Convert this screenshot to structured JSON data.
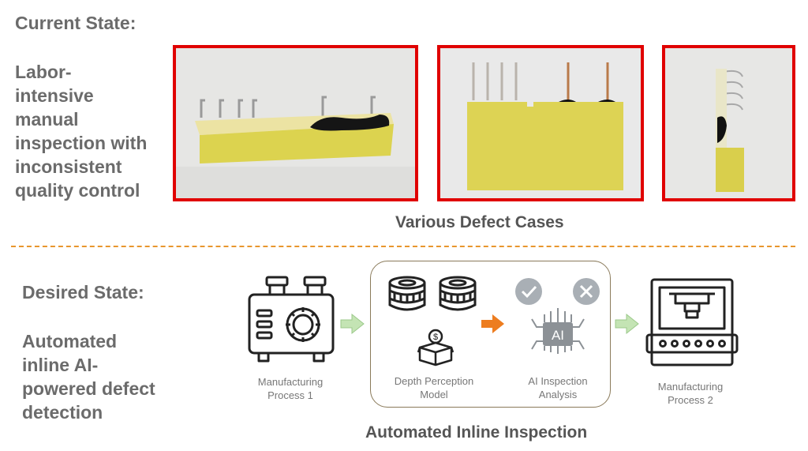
{
  "current": {
    "heading": "Current State:",
    "description_lines": [
      "Labor-",
      "intensive",
      "manual",
      "inspection with",
      "inconsistent",
      "quality control"
    ],
    "photos_caption": "Various Defect Cases"
  },
  "desired": {
    "heading": "Desired State:",
    "description_lines": [
      "Automated",
      "inline AI-",
      "powered defect",
      "detection"
    ],
    "box_caption": "Automated Inline Inspection"
  },
  "flow": {
    "process1": [
      "Manufacturing",
      "Process 1"
    ],
    "depth_model": [
      "Depth Perception",
      "Model"
    ],
    "ai_analysis": [
      "AI Inspection",
      "Analysis"
    ],
    "process2": [
      "Manufacturing",
      "Process 2"
    ],
    "chip_text": "AI"
  },
  "icons": [
    "machine-gear-icon",
    "camera-lens-icon",
    "money-box-icon",
    "check-circle-icon",
    "x-circle-icon",
    "ai-chip-icon",
    "press-machine-icon",
    "arrow-right-icon"
  ],
  "colors": {
    "frame_red": "#e00000",
    "divider_orange": "#e8962e",
    "arrow_green": "#c4e4b4",
    "arrow_orange": "#ed7d20",
    "component_yellow": "#ddd35c"
  }
}
